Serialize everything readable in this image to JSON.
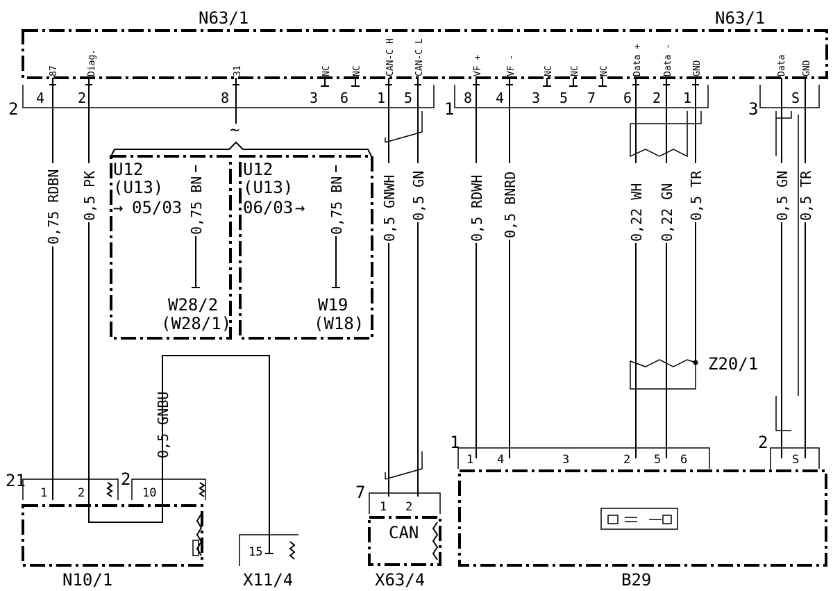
{
  "modules": {
    "n63_left": "N63/1",
    "n63_right": "N63/1",
    "n10": "N10/1",
    "x11": "X11/4",
    "x63": "X63/4",
    "b29": "B29",
    "z20": "Z20/1",
    "can_label": "CAN"
  },
  "connectors": {
    "c2": "2",
    "c1": "1",
    "c3": "3",
    "n10_a": "21",
    "n10_b": "2",
    "x63": "7",
    "b29_a": "1",
    "b29_b": "2"
  },
  "n63_pins_top": [
    "87",
    "Diag.",
    "31",
    "NC",
    "NC",
    "CAN-C H",
    "CAN-C L",
    "VF +",
    "VF -",
    "NC",
    "NC",
    "NC",
    "Data +",
    "Data -",
    "GND",
    "Data",
    "GND"
  ],
  "n63_pins_num": [
    "4",
    "2",
    "8",
    "3",
    "6",
    "1",
    "5",
    "8",
    "4",
    "3",
    "5",
    "7",
    "6",
    "2",
    "1",
    "S"
  ],
  "wires": [
    "0,75 RDBN",
    "0,5 PK",
    "0,5 GNWH",
    "0,5 GN",
    "0,5 RDWH",
    "0,5 BNRD",
    "0,22 WH",
    "0,22 GN",
    "0,5 TR",
    "0,5 GN",
    "0,5 TR",
    "0,5 GNBU"
  ],
  "ref_boxes": {
    "a": {
      "l1": "U12",
      "l2": "(U13)",
      "l3": "05/03",
      "wire": "0,75 BN",
      "g1": "W28/2",
      "g2": "(W28/1)"
    },
    "b": {
      "l1": "U12",
      "l2": "(U13)",
      "l3": "06/03",
      "wire": "0,75 BN",
      "g1": "W19",
      "g2": "(W18)"
    }
  },
  "bottom_pins": {
    "n10": [
      "1",
      "2",
      "10"
    ],
    "x11": "15",
    "x63": [
      "1",
      "2"
    ],
    "b29": [
      "1",
      "4",
      "3",
      "2",
      "5",
      "6"
    ],
    "b29_r": "S"
  },
  "symbols": {
    "tilde": "~",
    "arrow": "→"
  }
}
